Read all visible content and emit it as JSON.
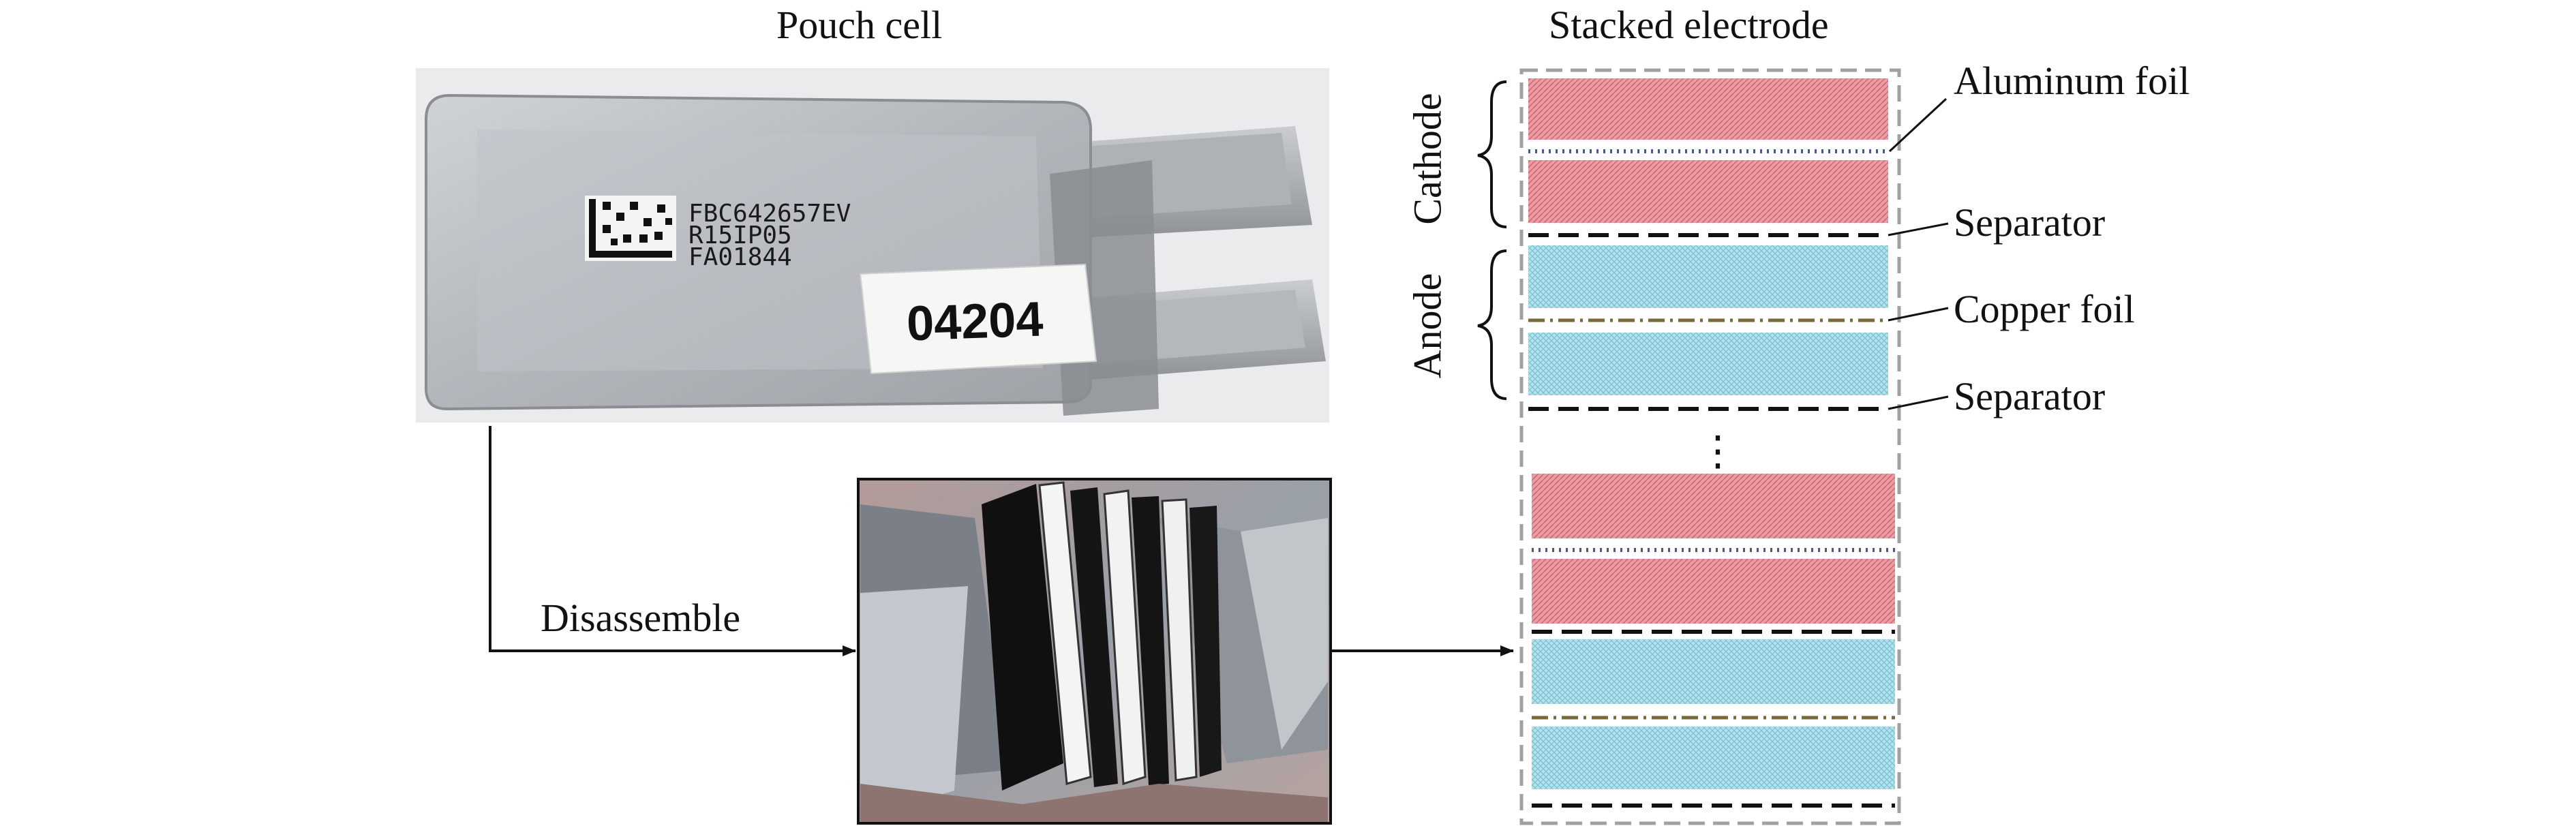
{
  "panels": {
    "pouch_title": "Pouch cell",
    "stack_title": "Stacked electrode",
    "disassemble_label": "Disassemble"
  },
  "pouch_photo": {
    "code_line1": "FBC642657EV",
    "code_line2": "R15IP05",
    "code_line3": "FA01844",
    "sticker": "04204"
  },
  "stack": {
    "cathode_label": "Cathode",
    "anode_label": "Anode",
    "ellipsis": "⋮",
    "callouts": {
      "aluminum": "Aluminum foil",
      "separator_1": "Separator",
      "copper": "Copper foil",
      "separator_2": "Separator"
    }
  },
  "colors": {
    "cathode": "#e58d97",
    "anode": "#a9dce8",
    "aluminum_line": "#4a5a80",
    "copper_line": "#7a6a3a",
    "separator_line": "#111111",
    "frame": "#a0a0a0"
  }
}
